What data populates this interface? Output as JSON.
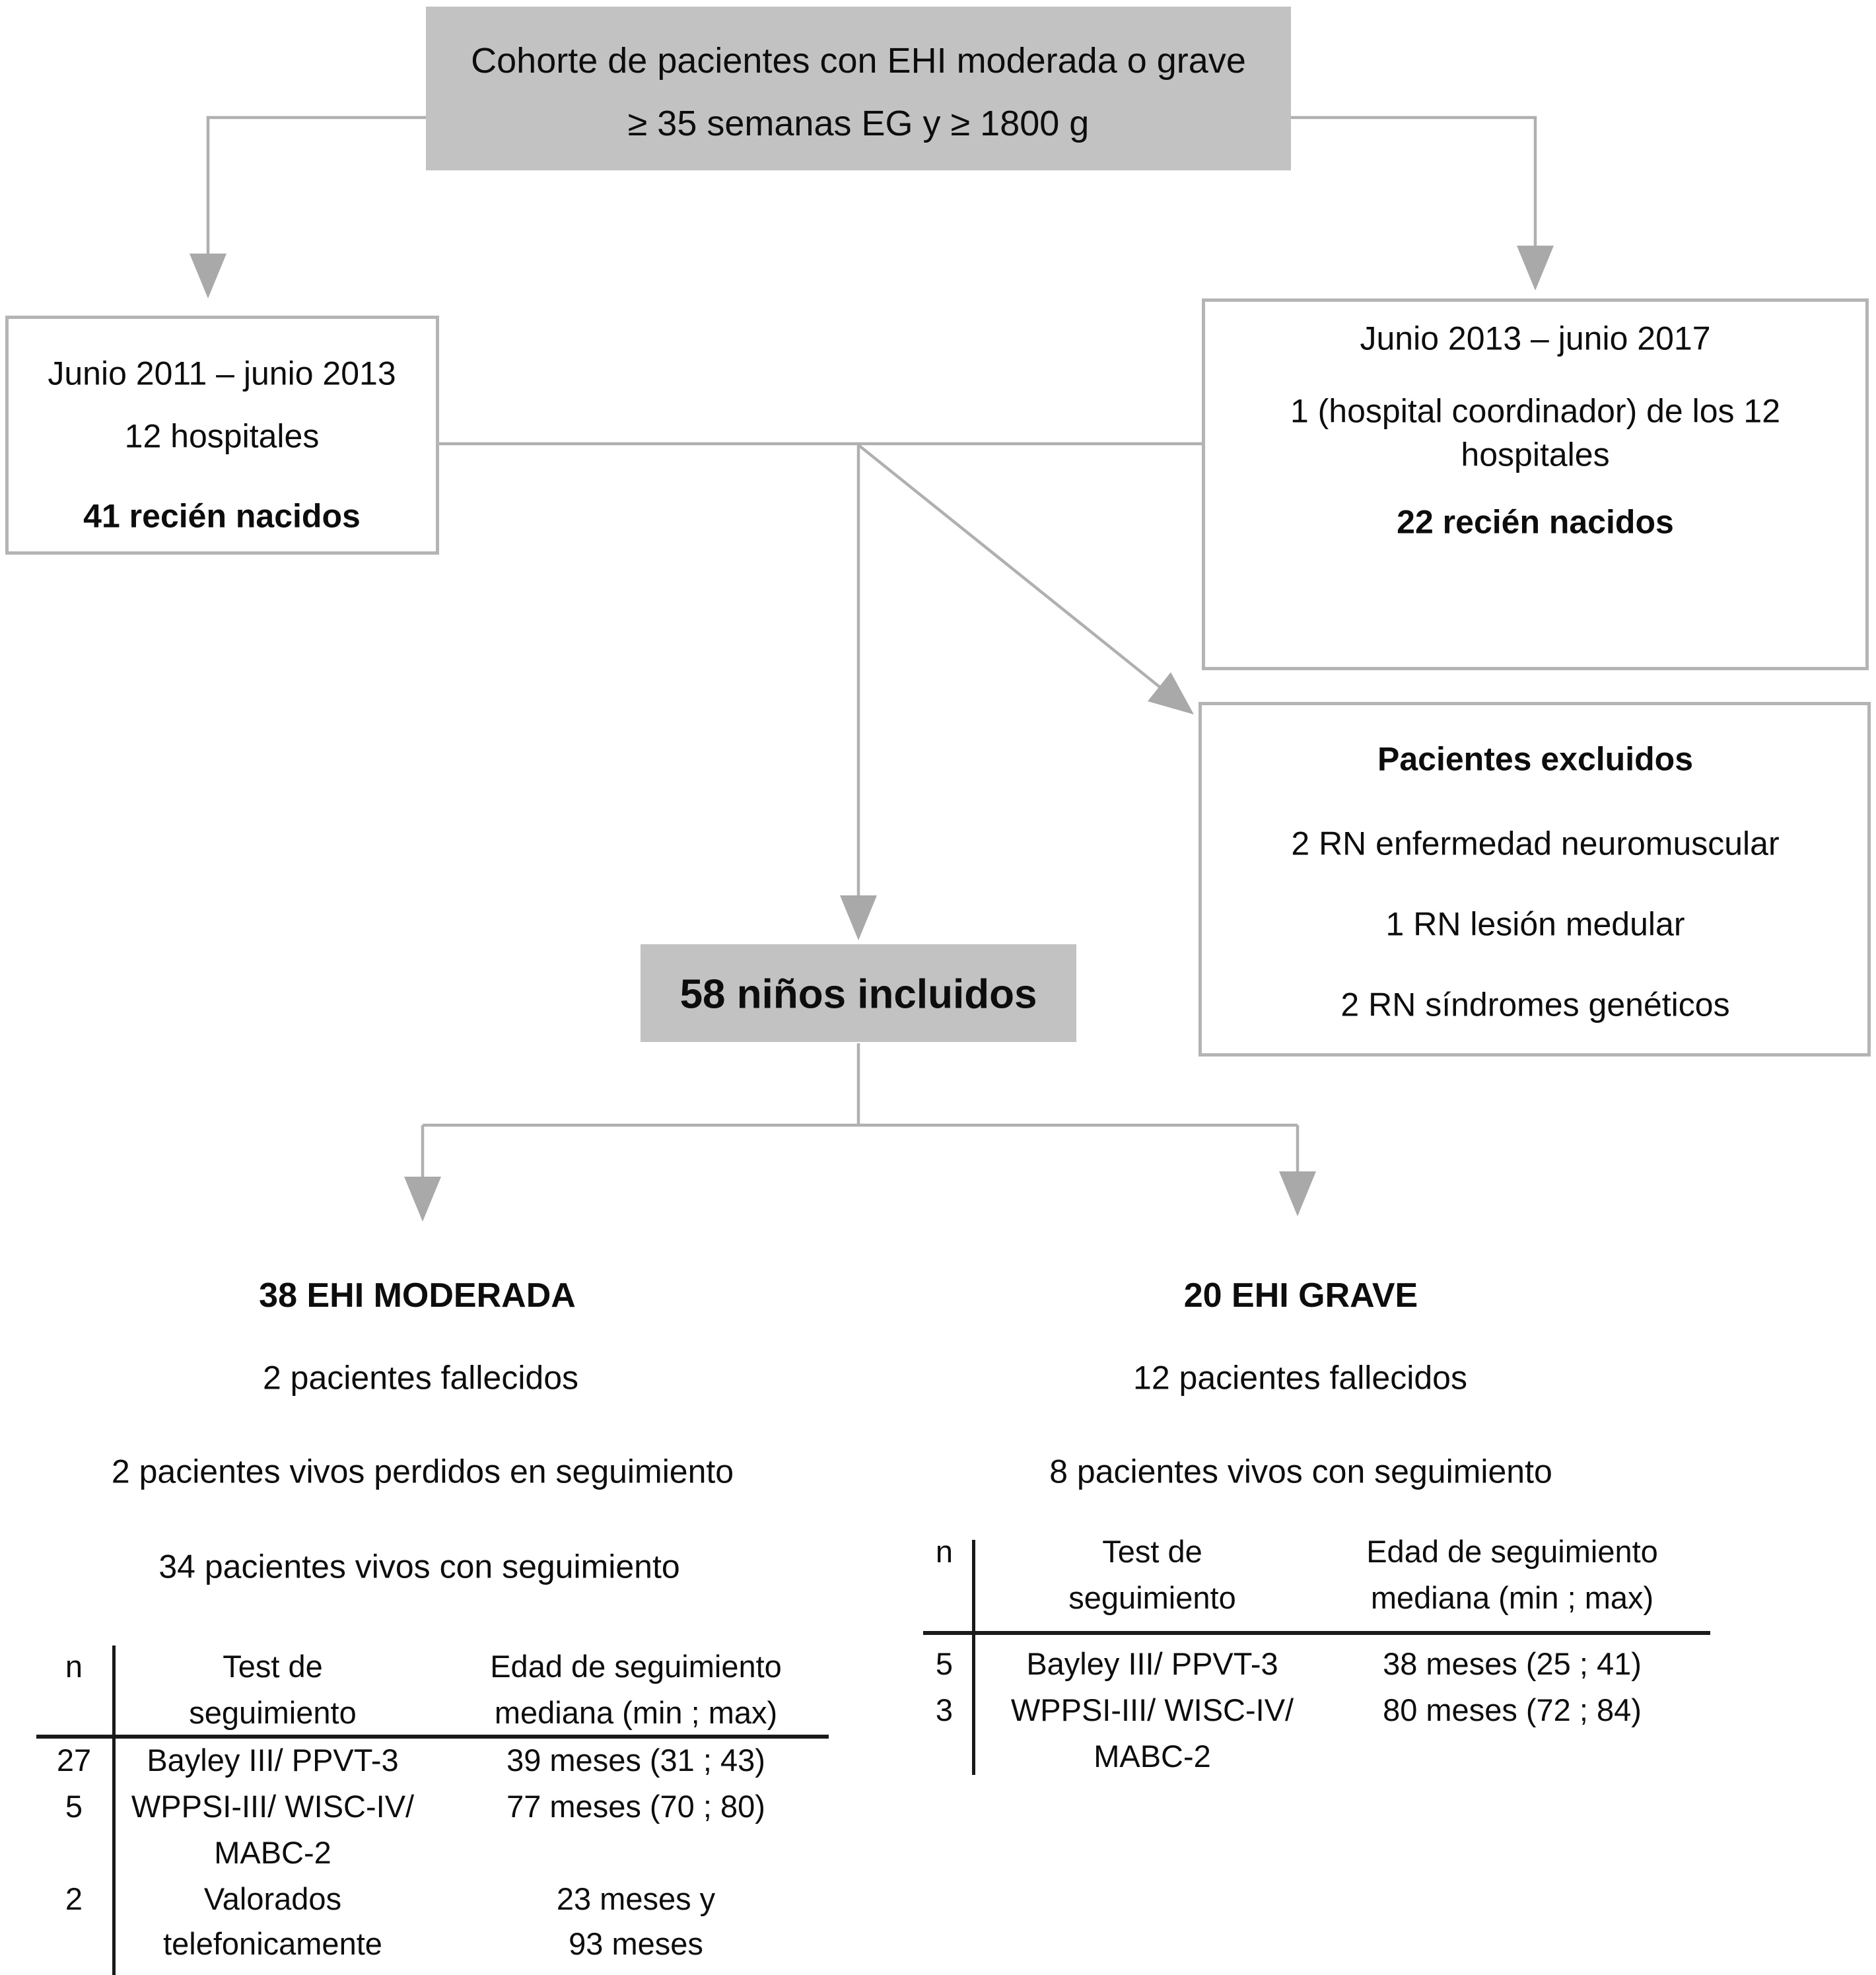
{
  "colors": {
    "box_fill_gray": "#c2c2c2",
    "connector_gray": "#b0b0b0",
    "box_border_gray": "#b4b4b4",
    "table_rule_black": "#1a1a1a",
    "text_black": "#0d0d0d"
  },
  "cohort_box": {
    "line1": "Cohorte de pacientes con EHI moderada o grave",
    "line2": "≥ 35 semanas EG y ≥ 1800 g"
  },
  "period_2011_box": {
    "dates": "Junio 2011 – junio 2013",
    "hospitals": "12 hospitales",
    "newborns": "41 recién nacidos"
  },
  "period_2013_box": {
    "dates": "Junio 2013 – junio 2017",
    "hospitals_line1": "1 (hospital coordinador) de los 12",
    "hospitals_line2": "hospitales",
    "newborns": "22 recién nacidos"
  },
  "excluded_box": {
    "title": "Pacientes excluidos",
    "items": [
      "2 RN enfermedad neuromuscular",
      "1 RN lesión medular",
      "2 RN síndromes genéticos"
    ]
  },
  "included_box": {
    "label": "58 niños incluidos"
  },
  "moderada_branch": {
    "header": "38 EHI MODERADA",
    "deceased": "2 pacientes fallecidos",
    "lost": "2 pacientes vivos perdidos en seguimiento",
    "followed": "34 pacientes vivos con seguimiento",
    "table": {
      "n_header": "n",
      "test_header": [
        "Test de",
        "seguimiento"
      ],
      "age_header": [
        "Edad de seguimiento",
        "mediana (min ; max)"
      ],
      "rows": [
        {
          "n": "27",
          "test": [
            "Bayley III/ PPVT-3"
          ],
          "age": [
            "39 meses (31 ; 43)"
          ]
        },
        {
          "n": "5",
          "test": [
            "WPPSI-III/ WISC-IV/",
            "MABC-2"
          ],
          "age": [
            "77 meses (70 ; 80)"
          ]
        },
        {
          "n": "2",
          "test": [
            "Valorados",
            "telefonicamente"
          ],
          "age": [
            "23 meses y",
            "93 meses"
          ]
        }
      ]
    }
  },
  "grave_branch": {
    "header": "20 EHI GRAVE",
    "deceased": "12 pacientes fallecidos",
    "followed": "8 pacientes vivos con seguimiento",
    "table": {
      "n_header": "n",
      "test_header": [
        "Test de",
        "seguimiento"
      ],
      "age_header": [
        "Edad de seguimiento",
        "mediana (min ; max)"
      ],
      "rows": [
        {
          "n": "5",
          "test": [
            "Bayley III/ PPVT-3"
          ],
          "age": [
            "38 meses (25 ; 41)"
          ]
        },
        {
          "n": "3",
          "test": [
            "WPPSI-III/ WISC-IV/",
            "MABC-2"
          ],
          "age": [
            "80 meses (72 ; 84)"
          ]
        }
      ]
    }
  }
}
